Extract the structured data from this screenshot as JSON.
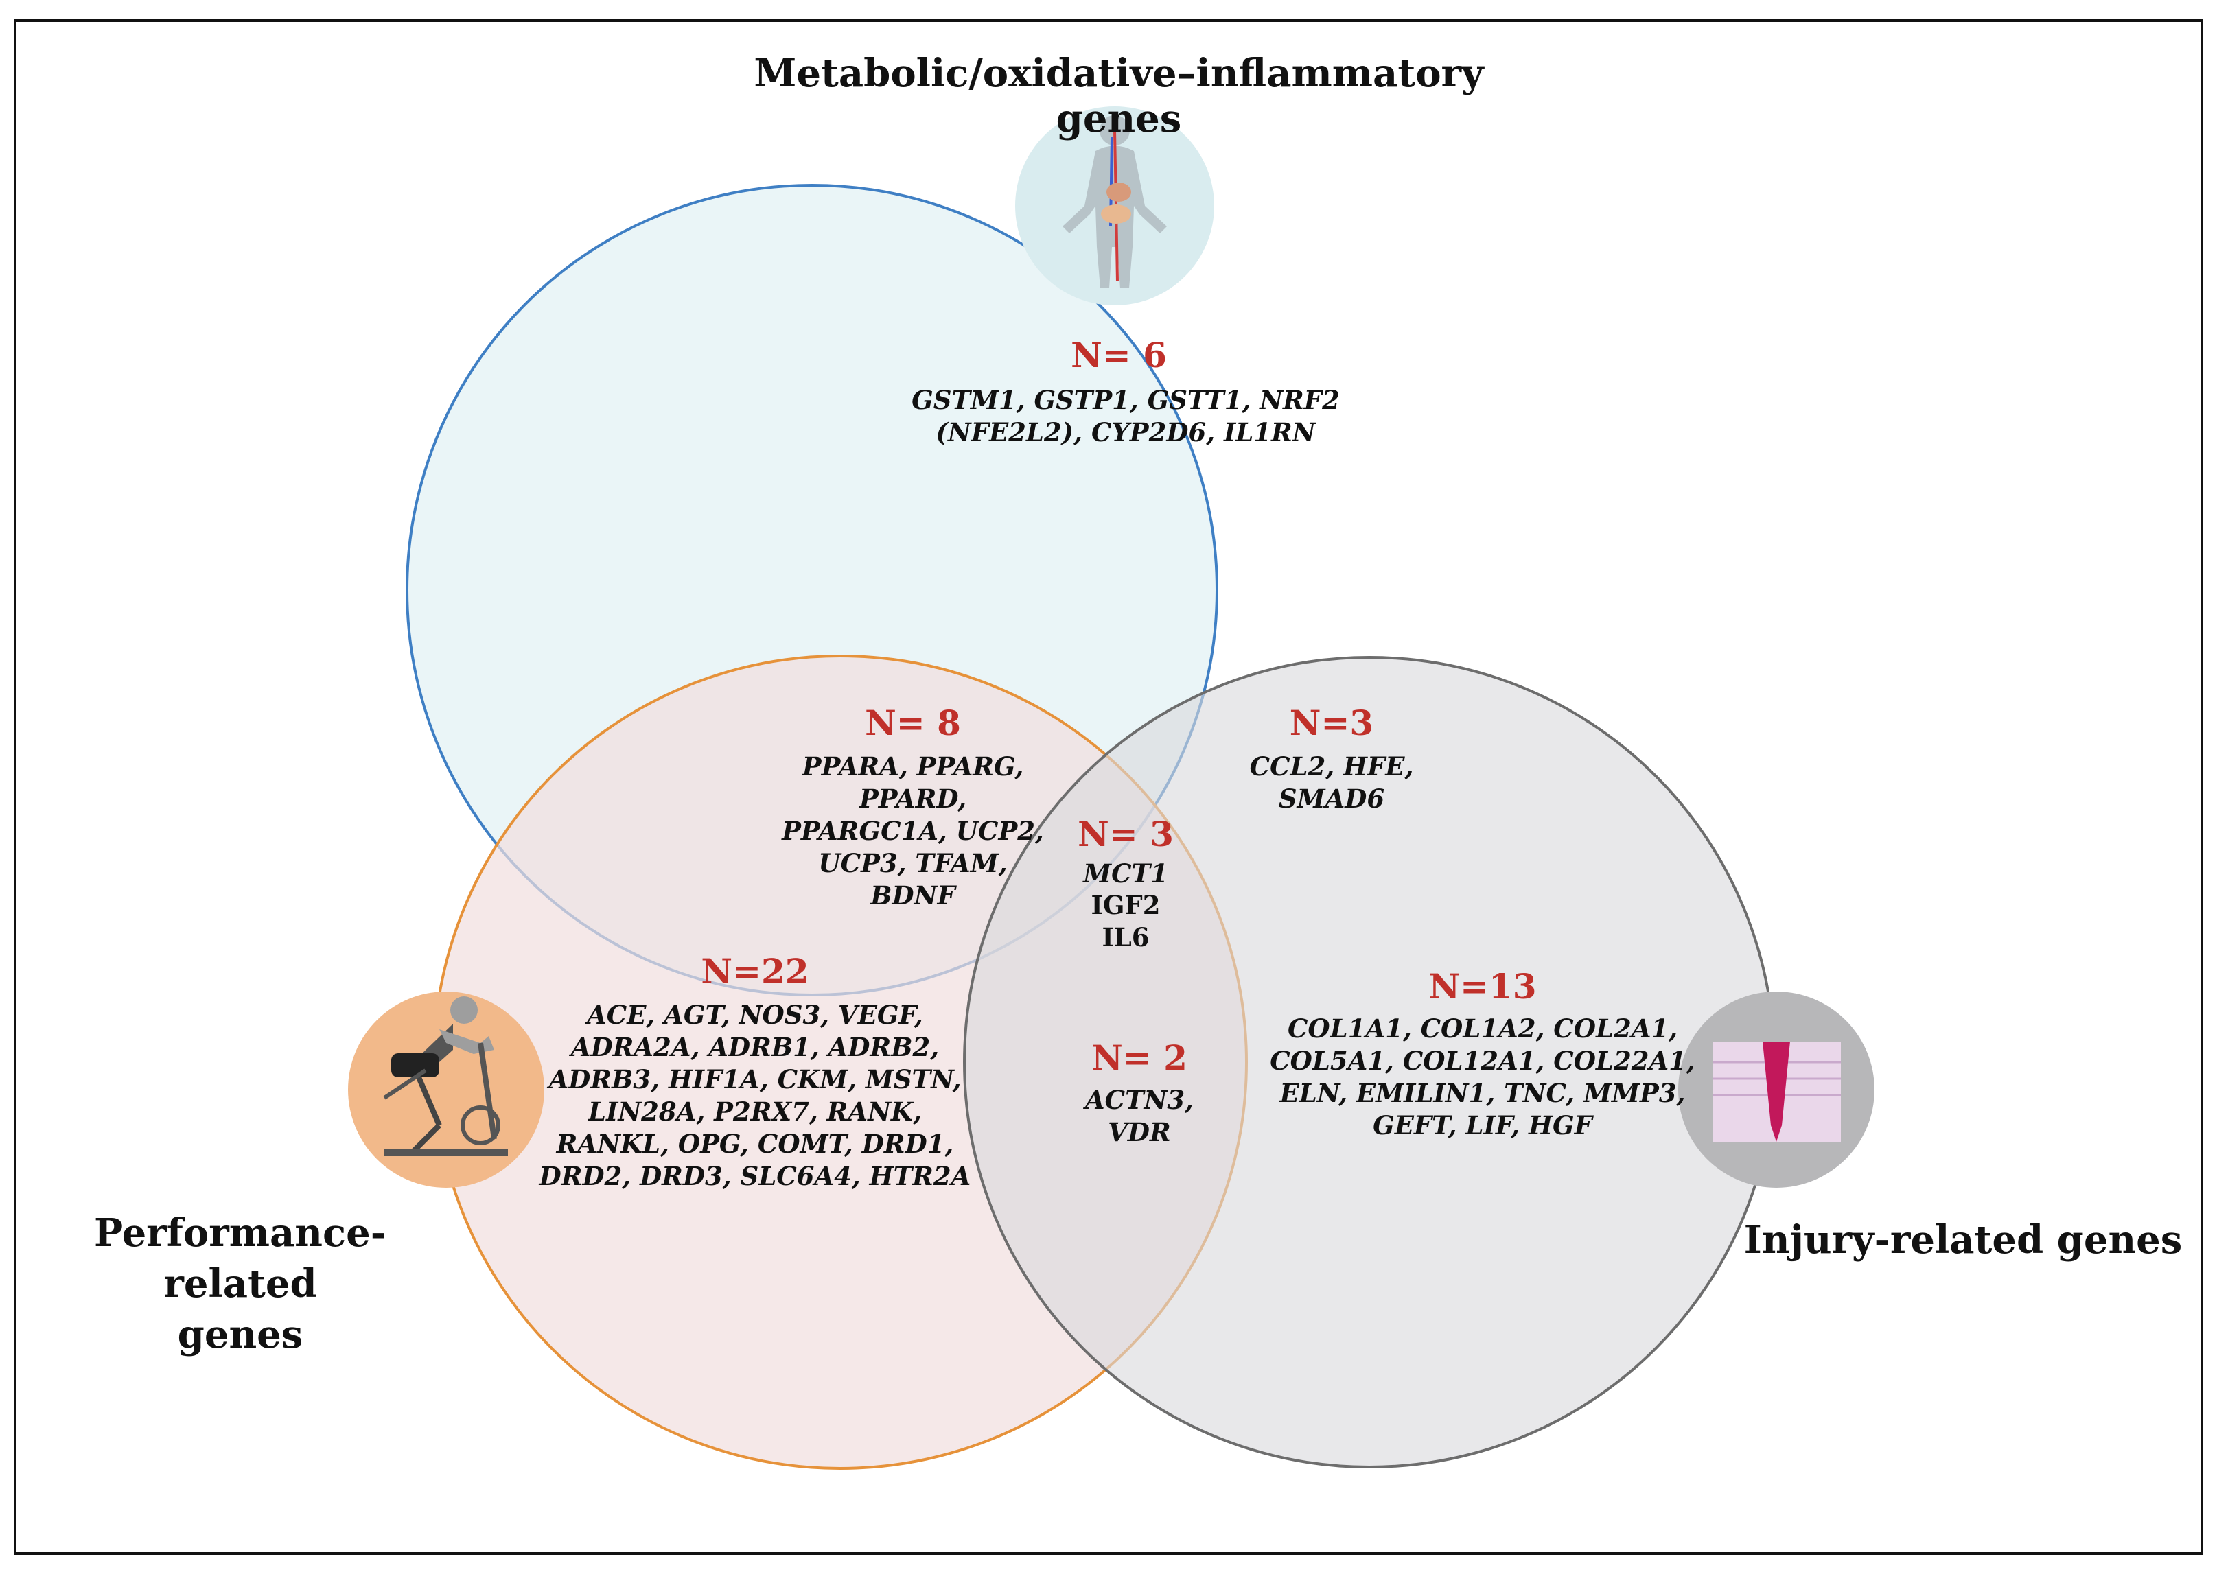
{
  "sets": {
    "metabolic": {
      "title": "Metabolic/oxidative–inflammatory genes",
      "icon": "human-body-icon"
    },
    "performance": {
      "title": "Performance-related\ngenes",
      "icon": "exercise-bike-icon"
    },
    "injury": {
      "title": "Injury-related genes",
      "icon": "tendon-tissue-icon"
    }
  },
  "regions": {
    "metabolic_only": {
      "count": "N= 6",
      "genes": "GSTM1, GSTP1, GSTT1, NRF2\n(NFE2L2), CYP2D6, IL1RN"
    },
    "metabolic_performance": {
      "count": "N= 8",
      "genes": "PPARA, PPARG,\nPPARD,\nPPARGC1A, UCP2,\nUCP3, TFAM,\nBDNF"
    },
    "metabolic_injury": {
      "count": "N=3",
      "genes": "CCL2, HFE,\nSMAD6"
    },
    "all_three": {
      "count": "N= 3",
      "genes_italic": "MCT1",
      "genes_upright": "IGF2\nIL6"
    },
    "performance_only": {
      "count": "N=22",
      "genes": "ACE, AGT, NOS3, VEGF,\nADRA2A, ADRB1, ADRB2,\nADRB3, HIF1A, CKM, MSTN,\nLIN28A, P2RX7, RANK,\nRANKL, OPG, COMT, DRD1,\nDRD2, DRD3, SLC6A4, HTR2A"
    },
    "performance_injury": {
      "count": "N= 2",
      "genes": "ACTN3,\nVDR"
    },
    "injury_only": {
      "count": "N=13",
      "genes": "COL1A1, COL1A2, COL2A1,\nCOL5A1, COL12A1, COL22A1,\nELN, EMILIN1, TNC, MMP3,\nGEFT, LIF, HGF"
    }
  },
  "colors": {
    "metabolic_fill": "#e6f3f6",
    "metabolic_stroke": "#3f7fc4",
    "performance_fill": "#f1dede",
    "performance_stroke": "#e6923a",
    "injury_fill": "#d8d9dc",
    "injury_stroke": "#6d6d6d",
    "count_red": "#c0302a"
  }
}
